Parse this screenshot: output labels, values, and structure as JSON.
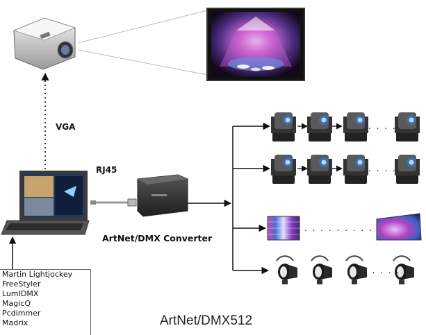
{
  "diagram": {
    "title": "ArtNet/DMX512",
    "labels": {
      "vga": "VGA",
      "rj45": "RJ45",
      "converter": "ArtNet/DMX Converter"
    },
    "software_list": [
      "Martin Lightjockey",
      "FreeStyler",
      "LumIDMX",
      "MagicQ",
      "Pcdimmer",
      "Madrix"
    ],
    "outputs": [
      {
        "type": "moving-head",
        "ellipsis": ". . . ."
      },
      {
        "type": "moving-head",
        "ellipsis": ". . . ."
      },
      {
        "type": "led-panel",
        "ellipsis": ". . . . . . . . ."
      },
      {
        "type": "par-spotlight",
        "ellipsis": ". . . . ."
      }
    ],
    "colors": {
      "line": "#111111",
      "device": "#2a2a2a",
      "screen": "#1a1030"
    }
  }
}
